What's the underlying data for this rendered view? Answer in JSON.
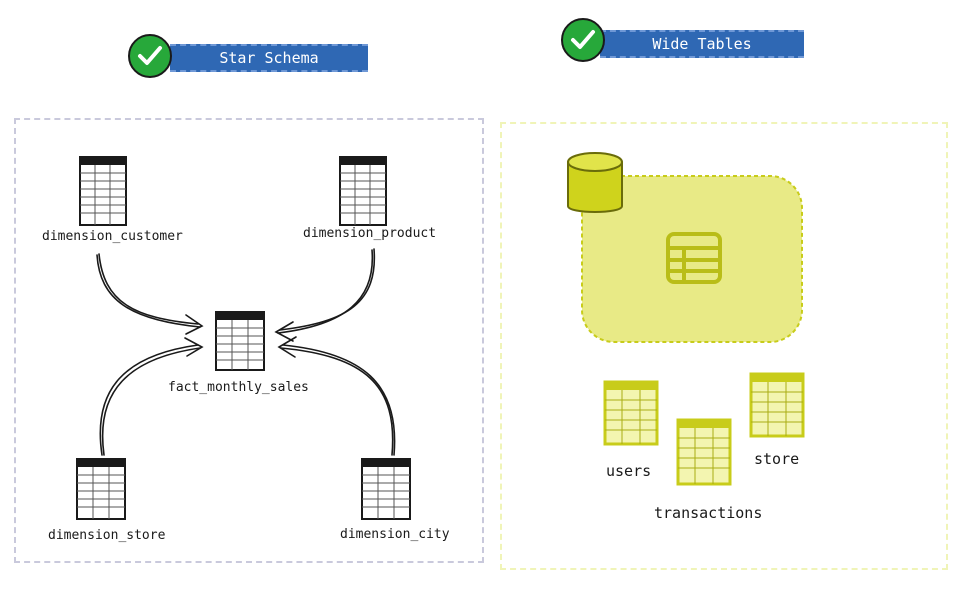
{
  "star_schema": {
    "title": "Star Schema",
    "tables": {
      "customer": "dimension_customer",
      "product": "dimension_product",
      "fact": "fact_monthly_sales",
      "store": "dimension_store",
      "city": "dimension_city"
    }
  },
  "wide_tables": {
    "title": "Wide Tables",
    "tables": {
      "users": "users",
      "transactions": "transactions",
      "store": "store"
    }
  },
  "colors": {
    "banner": "#2f68b4",
    "check": "#27a83a",
    "wide_fill": "#e8ea86",
    "wide_stroke": "#c8cc1a"
  }
}
